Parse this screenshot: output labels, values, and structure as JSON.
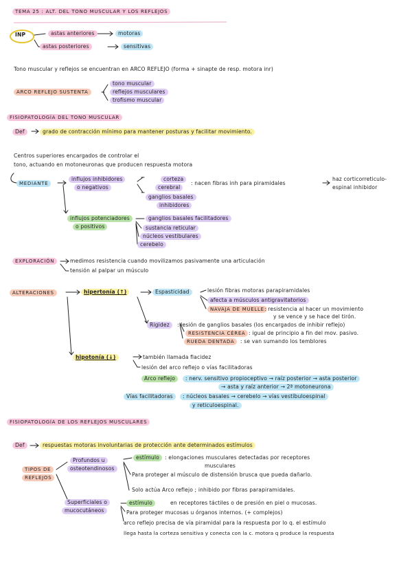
{
  "title": "TEMA 25 : ALT. DEL TONO MUSCULAR Y LOS REFLEJOS",
  "inp": {
    "label": "INP",
    "ant": "astas anteriores",
    "ant_res": "motoras",
    "post": "astas posteriores",
    "post_res": "sensitivas"
  },
  "tono_intro": "Tono muscular y reflejos se encuentran en ARCO REFLEJO (forma + sinapte de resp. motora inr)",
  "arco": {
    "label": "ARCO REFLEJO sustenta",
    "items": [
      "tono muscular",
      "reflejos musculares",
      "trofismo muscular"
    ]
  },
  "sec1": {
    "heading": "FISIOPATOLOGÍA DEL TONO MUSCULAR",
    "def_label": "Def",
    "def_text": "grado de contracción mínimo para mantener posturas y facilitar movimiento.",
    "centros1": "Centros superiores encargados de controlar el",
    "centros2": "tono, actuando en motoneuronas que producen respuesta motora",
    "mediante": "MEDIANTE",
    "inhib1": "influjos inhibidores",
    "inhib2": "o negativos",
    "corteza1": "corteza",
    "corteza2": "cerebral",
    "corteza_text": ": nacen fibras inh para piramidales",
    "haz1": "haz corticorreticulo-",
    "haz2": "espinal inhibidor",
    "gangl1": "ganglios basales",
    "gangl2": "inhibidores",
    "poten1": "influjos potenciadores",
    "poten2": "o positivos",
    "fac": [
      "ganglios basales facilitadores",
      "sustancia reticular",
      "núcleos vestibulares",
      "cerebelo"
    ],
    "explor_label": "EXPLORACIÓN",
    "explor1": "medimos resistencia cuando movilizamos pasivamente una articulación",
    "explor2": "tensión al palpar un músculo",
    "alter_label": "ALTERACIONES",
    "hiper": "hipertonía (↑)",
    "espast": "Espasticidad",
    "esp1": "lesión fibras motoras parapiramidales",
    "esp2": "afecta a músculos antigravitatorios",
    "navaja": "NAVAJA DE MUELLE",
    "navaja_text": ": resistencia al hacer un movimiento",
    "navaja_text2": "y se vence y se hace del tirón.",
    "rigidez": "Rigidez",
    "rig1": ": lesión de ganglios basales (los encargados de inhibir reflejo)",
    "cerea": "RESISTENCIA CÉREA",
    "cerea_text": ": igual de principio a fin del mov. pasivo.",
    "rueda": "RUEDA DENTADA",
    "rueda_text": ": se van sumando los temblores",
    "hipo": "hipotonía (↓)",
    "hipo1": "también llamada flacidez",
    "hipo2": "lesión del arco reflejo o vías facilitadoras",
    "arco_label": "Arco reflejo",
    "arco_text": ": nerv. sensitivo propioceptivo → raíz posterior → asta posterior",
    "arco_text2": "→ asta y raíz anterior → 2ª motoneurona",
    "vias_label": "Vías facilitadoras",
    "vias_text": ": núcleos basales → cerebelo → vías vestíbuloespinal",
    "vias_text2": "y reticuloespinal."
  },
  "sec2": {
    "heading": "FISIOPATOLOGÍA DE LOS REFLEJOS MUSCULARES",
    "def_label": "Def",
    "def_text": "respuestas motoras involuntarias de protección ante determinados estímulos",
    "tipos1": "TIPOS DE",
    "tipos2": "REFLEJOS",
    "prof1": "Profundos u",
    "prof2": "osteotendinosos",
    "estim_label": "estímulo",
    "prof_est1": ": elongaciones musculares detectadas por receptores",
    "prof_est2": "musculares",
    "prof3": "Para proteger al músculo de distensión brusca que pueda dañarlo.",
    "prof4": "Solo actúa Arco reflejo ; inhibido por fibras parapiramidales.",
    "sup1": "Superficiales o",
    "sup2": "mucocutáneos",
    "estim2_label": "estímulo",
    "sup_est": "en receptores táctiles o de presión en piel o mucosas.",
    "sup3": "Para proteger mucosas u órganos internos. (+ complejos)",
    "sup4": "arco reflejo precisa de vía piramidal para la respuesta por lo q. el estímulo",
    "sup5": "llega hasta la corteza sensitiva y conecta con la c. motora q produce la respuesta"
  }
}
